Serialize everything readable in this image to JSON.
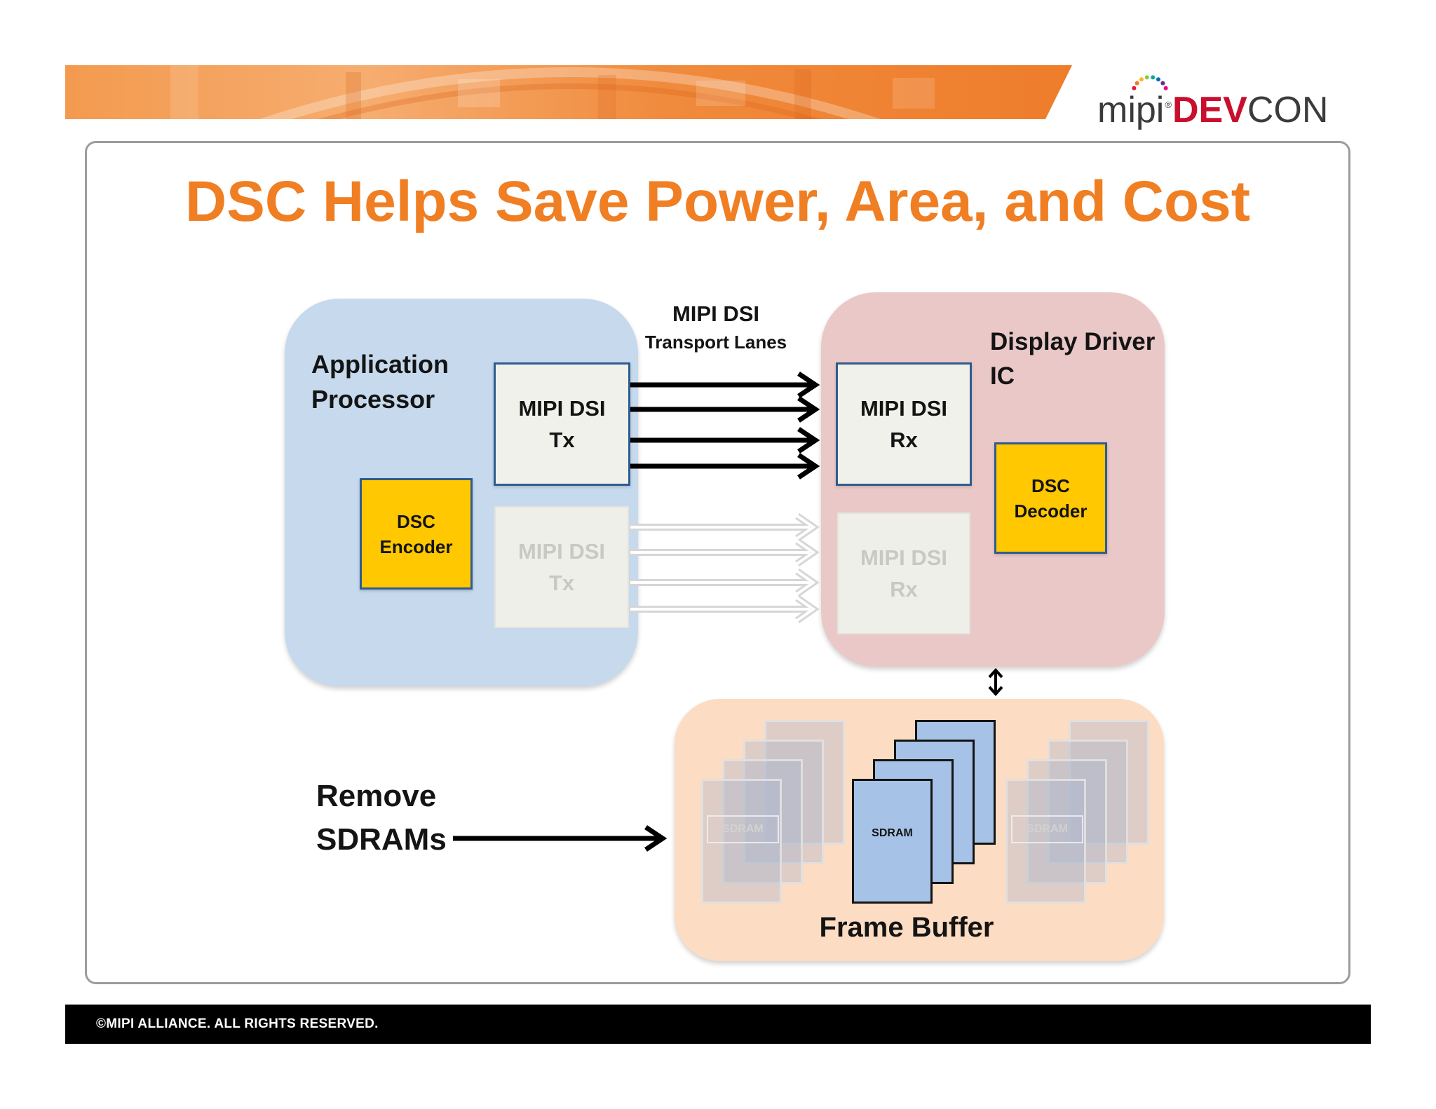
{
  "header": {
    "logo": {
      "prefix": "mipi",
      "registered": "®",
      "highlight": "DEV",
      "suffix": "CON"
    }
  },
  "slide": {
    "title": "DSC Helps Save Power, Area, and Cost"
  },
  "diagram": {
    "application_processor": {
      "label_line1": "Application",
      "label_line2": "Processor",
      "tx_active": {
        "line1": "MIPI DSI",
        "line2": "Tx"
      },
      "tx_inactive": {
        "line1": "MIPI DSI",
        "line2": "Tx"
      },
      "dsc_encoder": {
        "line1": "DSC",
        "line2": "Encoder"
      }
    },
    "transport_lanes": {
      "line1": "MIPI DSI",
      "line2": "Transport Lanes"
    },
    "display_driver_ic": {
      "label_line1": "Display Driver",
      "label_line2": "IC",
      "rx_active": {
        "line1": "MIPI DSI",
        "line2": "Rx"
      },
      "rx_inactive": {
        "line1": "MIPI DSI",
        "line2": "Rx"
      },
      "dsc_decoder": {
        "line1": "DSC",
        "line2": "Decoder"
      }
    },
    "frame_buffer": {
      "label": "Frame Buffer",
      "sdram_label": "SDRAM"
    },
    "remove_sdrams": {
      "line1": "Remove",
      "line2": "SDRAMs"
    }
  },
  "footer": {
    "copyright": "©MIPI ALLIANCE. ALL RIGHTS RESERVED."
  },
  "colors": {
    "banner_orange": "#f28a3a",
    "title_orange": "#f07e22",
    "logo_red": "#c8102e",
    "logo_gray": "#3b3b3b",
    "application_processor_blue": "#c6d9ed",
    "display_driver_pink": "#ebc8c8",
    "frame_buffer_peach": "#fcdcc2",
    "dsc_block_gold": "#ffc800",
    "dsi_block_fill": "#f1f1eb",
    "block_border_blue": "#2f5c8f",
    "sdram_blue": "#a6c2e6",
    "inactive_gray": "#c9c9c3",
    "footer_black": "#000000"
  }
}
